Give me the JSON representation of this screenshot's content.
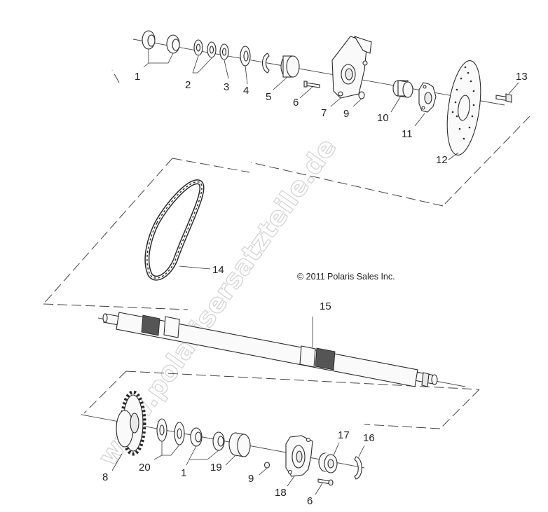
{
  "copyright": "© 2011 Polaris Sales Inc.",
  "watermark": "www.polarisersatzteile.de",
  "callouts": {
    "top_1": "1",
    "top_2": "2",
    "top_3": "3",
    "top_4": "4",
    "top_5": "5",
    "top_6": "6",
    "top_7": "7",
    "top_9": "9",
    "top_10": "10",
    "top_11": "11",
    "top_12": "12",
    "top_13": "13",
    "mid_14": "14",
    "mid_15": "15",
    "bot_8": "8",
    "bot_20": "20",
    "bot_1": "1",
    "bot_19": "19",
    "bot_9": "9",
    "bot_18": "18",
    "bot_6": "6",
    "bot_17": "17",
    "bot_16": "16"
  }
}
